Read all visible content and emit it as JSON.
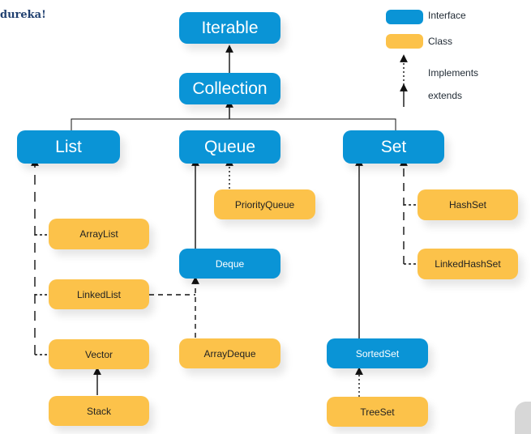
{
  "brand": "dureka!",
  "legend": {
    "interface_label": "Interface",
    "class_label": "Class",
    "implements_label": "Implements",
    "extends_label": "extends",
    "interface_color": "#0a94d6",
    "class_color": "#fcc24a"
  },
  "nodes": {
    "iterable": "Iterable",
    "collection": "Collection",
    "list": "List",
    "queue": "Queue",
    "set": "Set",
    "priorityqueue": "PriorityQueue",
    "deque": "Deque",
    "arraydeque": "ArrayDeque",
    "arraylist": "ArrayList",
    "linkedlist": "LinkedList",
    "vector": "Vector",
    "stack": "Stack",
    "hashset": "HashSet",
    "linkedhashset": "LinkedHashSet",
    "sortedset": "SortedSet",
    "treeset": "TreeSet"
  }
}
